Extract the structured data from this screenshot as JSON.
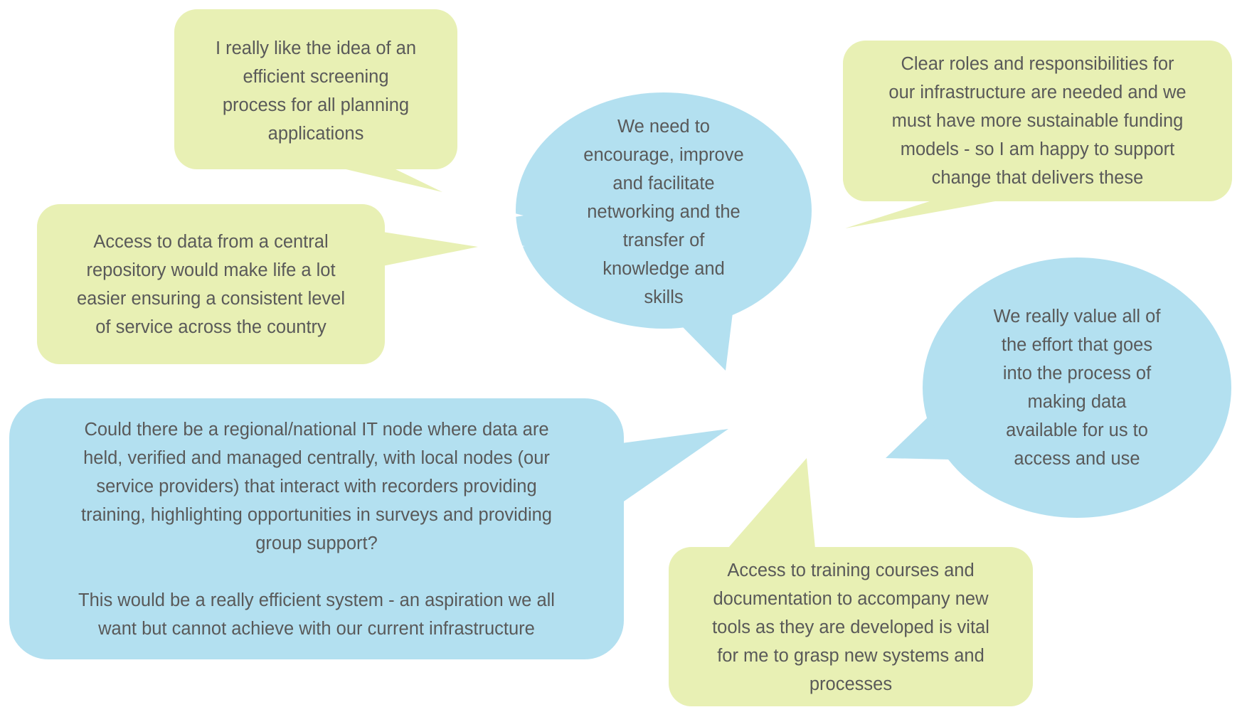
{
  "colors": {
    "green_fill": "#E8F0B4",
    "blue_fill": "#B3E0F0",
    "text": "#595959",
    "background": "#FFFFFF"
  },
  "bubbles": [
    {
      "id": "screening",
      "shape": "rounded-rectangle",
      "color": "green",
      "lines": [
        "I really like the idea of an",
        "efficient screening",
        "process for all planning",
        "applications"
      ]
    },
    {
      "id": "central-repository",
      "shape": "rounded-rectangle",
      "color": "green",
      "lines": [
        "Access to data from a central",
        "repository would make life a lot",
        "easier ensuring a consistent level",
        "of service across the country"
      ]
    },
    {
      "id": "networking",
      "shape": "ellipse",
      "color": "blue",
      "lines": [
        "We need to",
        "encourage, improve",
        "and facilitate",
        "networking and the",
        "transfer of",
        "knowledge and",
        "skills"
      ]
    },
    {
      "id": "roles-funding",
      "shape": "rounded-rectangle",
      "color": "green",
      "lines": [
        "Clear roles and responsibilities for",
        "our infrastructure are needed and we",
        "must have more sustainable funding",
        "models - so I am happy to support",
        "change that delivers these"
      ]
    },
    {
      "id": "value-effort",
      "shape": "ellipse",
      "color": "blue",
      "lines": [
        "We really value all of",
        "the effort that goes",
        "into the process of",
        "making data",
        "available for us to",
        "access and use"
      ]
    },
    {
      "id": "it-node",
      "shape": "rounded-rectangle",
      "color": "blue",
      "paragraph1": [
        "Could there be a regional/national IT node where data are",
        "held, verified and managed centrally, with local nodes (our",
        "service providers) that interact with recorders providing",
        "training, highlighting opportunities in surveys and providing",
        "group support?"
      ],
      "paragraph2": [
        "This would be a really efficient system - an aspiration we all",
        "want but cannot achieve with our current infrastructure"
      ]
    },
    {
      "id": "training-docs",
      "shape": "rounded-rectangle",
      "color": "green",
      "lines": [
        "Access to training courses and",
        "documentation to accompany new",
        "tools as they are developed is vital",
        "for me to grasp new systems and",
        "processes"
      ]
    }
  ]
}
